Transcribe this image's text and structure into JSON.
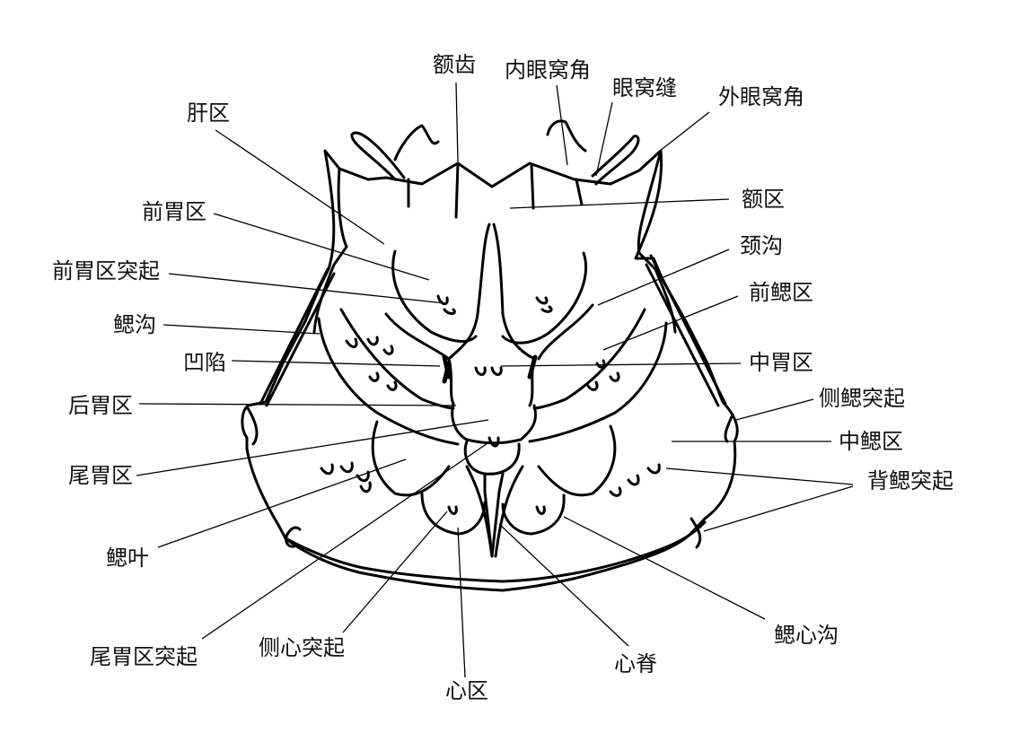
{
  "labels": {
    "e_chi": "额齿",
    "nei_yan_wo_jiao": "内眼窝角",
    "yan_wo_feng": "眼窝缝",
    "wai_yan_wo_jiao": "外眼窝角",
    "gan_qu": "肝区",
    "e_qu": "额区",
    "qian_wei_qu": "前胃区",
    "jing_gou": "颈沟",
    "qian_wei_qu_tu_qi": "前胃区突起",
    "qian_sai_qu": "前鳃区",
    "sai_gou": "鳃沟",
    "ao_xian": "凹陷",
    "zhong_wei_qu": "中胃区",
    "hou_wei_qu": "后胃区",
    "ce_sai_tu_qi": "侧鳃突起",
    "zhong_sai_qu": "中鳃区",
    "wei_wei_qu": "尾胃区",
    "bei_sai_tu_qi": "背鳃突起",
    "sai_ye": "鳃叶",
    "sai_xin_gou": "鳃心沟",
    "wei_wei_qu_tu_qi": "尾胃区突起",
    "ce_xin_tu_qi": "侧心突起",
    "xin_ji": "心脊",
    "xin_qu": "心区"
  },
  "colors": {
    "line": "#000000",
    "text": "#111111",
    "background": "#ffffff"
  }
}
